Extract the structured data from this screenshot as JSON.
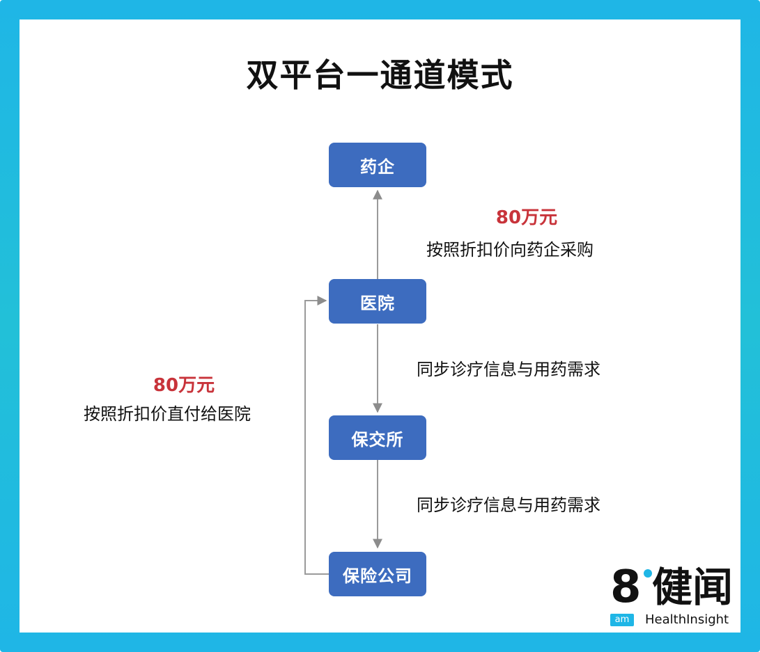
{
  "title": "双平台一通道模式",
  "nodes": {
    "pharma": "药企",
    "hospital": "医院",
    "exchange": "保交所",
    "insurer": "保险公司"
  },
  "edges": {
    "hospital_to_pharma": {
      "amount": "80万元",
      "label": "按照折扣价向药企采购"
    },
    "hospital_to_exchange": {
      "label": "同步诊疗信息与用药需求"
    },
    "exchange_to_insurer": {
      "label": "同步诊疗信息与用药需求"
    },
    "insurer_to_hospital": {
      "amount": "80万元",
      "label": "按照折扣价直付给医院"
    }
  },
  "logo": {
    "mark": "8",
    "cn": "健闻",
    "badge": "am",
    "en": "HealthInsight"
  },
  "colors": {
    "node_fill": "#3d6cbf",
    "amount_text": "#c8333a",
    "frame_accent": "#1fb6e6",
    "connector": "#999999"
  }
}
